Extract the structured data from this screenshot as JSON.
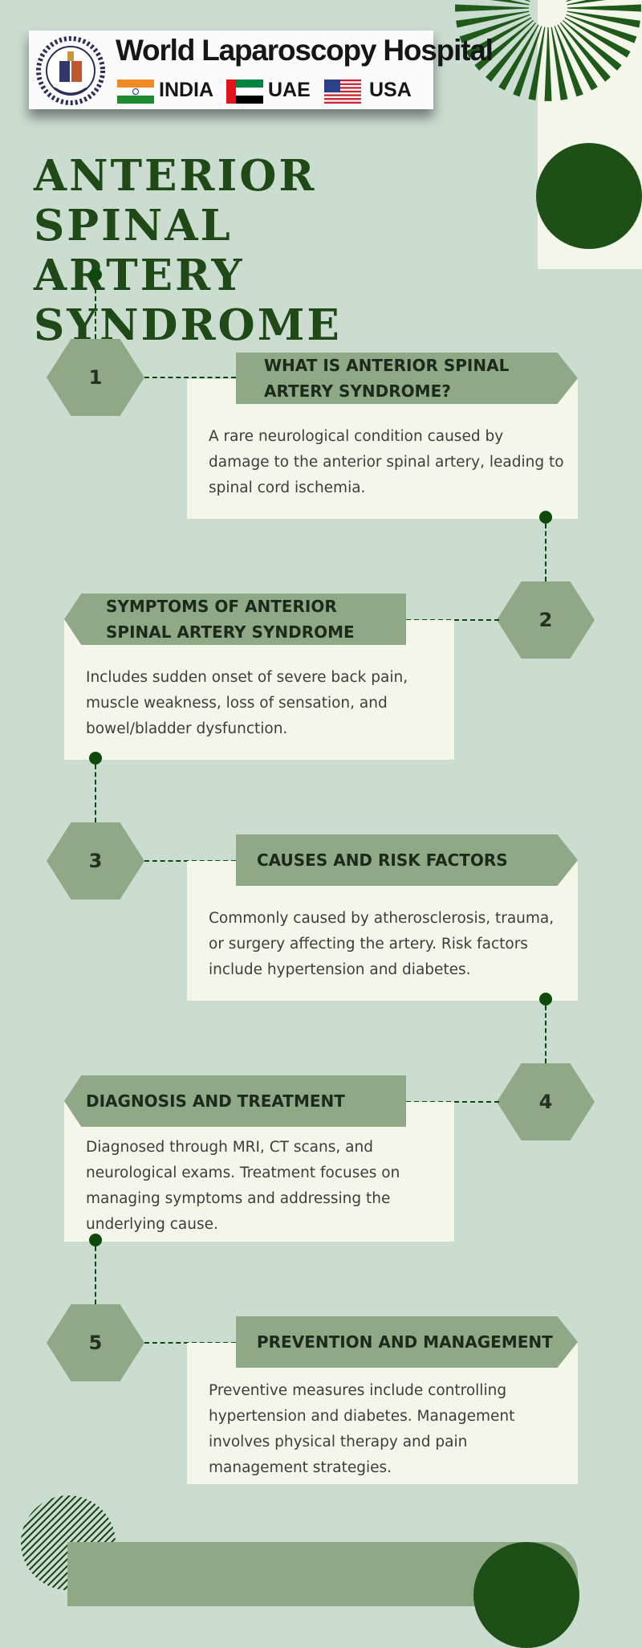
{
  "header": {
    "logo_title": "World Laparoscopy Hospital",
    "countries": [
      "INDIA",
      "UAE",
      "USA"
    ]
  },
  "title": {
    "line1": "ANTERIOR SPINAL",
    "line2": "ARTERY SYNDROME"
  },
  "steps": [
    {
      "number": "1",
      "heading_line1": "WHAT IS ANTERIOR SPINAL",
      "heading_line2": "ARTERY SYNDROME?",
      "body": "A rare neurological condition caused by damage to the anterior spinal artery, leading to spinal cord ischemia."
    },
    {
      "number": "2",
      "heading_line1": "SYMPTOMS OF ANTERIOR",
      "heading_line2": "SPINAL ARTERY SYNDROME",
      "body": "Includes sudden onset of severe back pain, muscle weakness, loss of sensation, and bowel/bladder dysfunction."
    },
    {
      "number": "3",
      "heading": "CAUSES AND RISK FACTORS",
      "body": "Commonly caused by atherosclerosis, trauma, or surgery affecting the artery. Risk factors include hypertension and diabetes."
    },
    {
      "number": "4",
      "heading": "DIAGNOSIS AND TREATMENT",
      "body": "Diagnosed through MRI, CT scans, and neurological exams. Treatment focuses on managing symptoms and addressing the underlying cause."
    },
    {
      "number": "5",
      "heading": "PREVENTION AND MANAGEMENT",
      "body": "Preventive measures include controlling hypertension and diabetes. Management involves physical therapy and pain management strategies."
    }
  ],
  "colors": {
    "background": "#cbdcd0",
    "dark_green": "#1d4f17",
    "sage": "#8fa986",
    "cream": "#f4f6ea"
  }
}
